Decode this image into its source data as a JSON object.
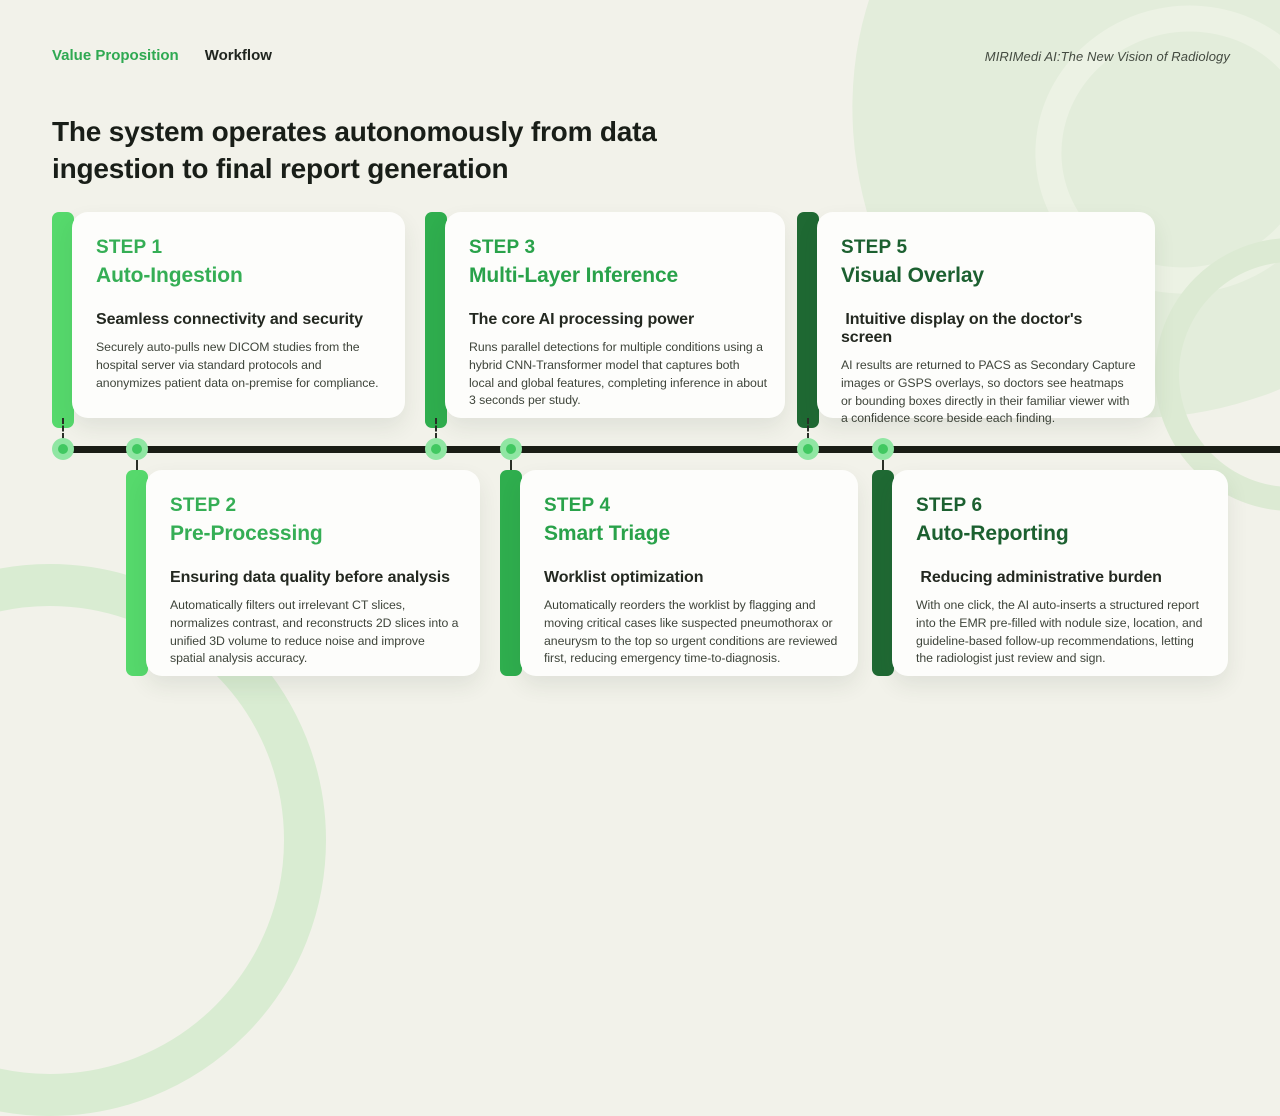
{
  "page": {
    "background": "#f2f2ea"
  },
  "header": {
    "tabs": [
      {
        "label": "Value Proposition",
        "active": true
      },
      {
        "label": "Workflow",
        "active": false
      }
    ],
    "brand": "MIRIMedi AI:The New Vision of Radiology"
  },
  "title": "The system operates autonomously from data\ningestion to final report generation",
  "timeline": {
    "line_color": "#1a1d15",
    "dot_outer_color": "#90e6a3",
    "dot_inner_color": "#41c861"
  },
  "steps": [
    {
      "label": "STEP 1",
      "name": "Auto-Ingestion",
      "subtitle": "Seamless connectivity and security",
      "body": "Securely auto-pulls new DICOM studies from the hospital server via standard protocols and anonymizes patient data on-premise for compliance.",
      "accent": "#56d96c",
      "heading_color": "#35ae55"
    },
    {
      "label": "STEP 2",
      "name": "Pre-Processing",
      "subtitle": "Ensuring data quality before analysis",
      "body": "Automatically filters out irrelevant CT slices, normalizes contrast, and reconstructs 2D slices into a unified 3D volume to reduce noise and improve spatial analysis accuracy.",
      "accent": "#56d96c",
      "heading_color": "#35ae55"
    },
    {
      "label": "STEP 3",
      "name": "Multi-Layer Inference",
      "subtitle": "The core AI processing power",
      "body": "Runs parallel detections for multiple conditions using a hybrid CNN-Transformer model that captures both local and global features, completing inference in about 3 seconds per study.",
      "accent": "#2fae4e",
      "heading_color": "#29a24a"
    },
    {
      "label": "STEP 4",
      "name": "Smart Triage",
      "subtitle": "Worklist optimization",
      "body": "Automatically reorders the worklist by flagging and moving critical cases like suspected pneumothorax or aneurysm to the top so urgent conditions are reviewed first, reducing emergency time-to-diagnosis.",
      "accent": "#2fae4e",
      "heading_color": "#29a24a"
    },
    {
      "label": "STEP 5",
      "name": "Visual Overlay",
      "subtitle": " Intuitive display on the doctor's screen",
      "body": "AI results are returned to PACS as Secondary Capture images or GSPS overlays, so doctors see heatmaps or bounding boxes directly in their familiar viewer with a confidence score beside each finding.",
      "accent": "#1f6933",
      "heading_color": "#1c6030"
    },
    {
      "label": "STEP 6",
      "name": "Auto-Reporting",
      "subtitle": " Reducing administrative burden",
      "body": "With one click, the AI auto-inserts a structured report into the EMR pre-filled with nodule size, location, and guideline-based follow-up recommendations, letting the radiologist just review and sign.",
      "accent": "#1f6933",
      "heading_color": "#1c6030"
    }
  ]
}
